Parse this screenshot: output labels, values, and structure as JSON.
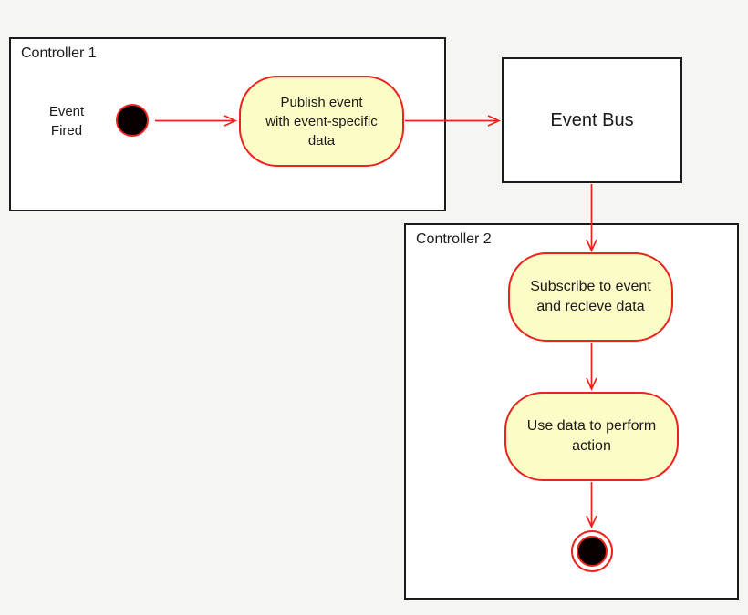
{
  "colors": {
    "background": "#f5f5f3",
    "frame_fill": "#ffffff",
    "frame_border": "#1b1b1b",
    "state_fill": "#fcfcc6",
    "state_border": "#e8241c",
    "connector": "#e8241c",
    "text": "#1a1a1a"
  },
  "frames": {
    "controller1": {
      "label": "Controller 1"
    },
    "controller2": {
      "label": "Controller 2"
    }
  },
  "nodes": {
    "initial_state_label": "Event\nFired",
    "publish_action": "Publish event\nwith event-specific\ndata",
    "event_bus": "Event Bus",
    "subscribe_action": "Subscribe to event\nand recieve data",
    "use_data_action": "Use data to perform\naction"
  }
}
